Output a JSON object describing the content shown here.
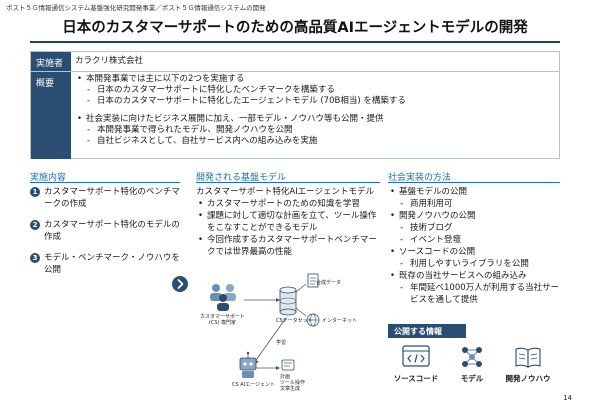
{
  "breadcrumb": "ポスト５Ｇ情報通信システム基盤強化研究開発事業／ポスト５Ｇ情報通信システムの開発",
  "title": "日本のカスタマーサポートのための高品質AIエージェントモデルの開発",
  "summary": {
    "implementer_label": "実施者",
    "implementer_value": "カラクリ株式会社",
    "overview_label": "概要",
    "overview": [
      {
        "text": "本開発事業では主に以下の2つを実施する",
        "subs": [
          "日本のカスタマーサポートに特化したベンチマークを構築する",
          "日本のカスタマーサポートに特化したエージェントモデル (70B相当) を構築する"
        ]
      },
      {
        "text": "社会実装に向けたビジネス展開に加え、一部モデル・ノウハウ等も公開・提供",
        "subs": [
          "本開発事業で得られたモデル、開発ノウハウを公開",
          "自社ビジネスとして、自社サービス内への組み込みを実施"
        ]
      }
    ]
  },
  "left": {
    "heading": "実施内容",
    "items": [
      {
        "num": "1",
        "text": "カスタマーサポート特化のベンチマークの作成"
      },
      {
        "num": "2",
        "text": "カスタマーサポート特化のモデルの作成"
      },
      {
        "num": "3",
        "text": "モデル・ベンチマーク・ノウハウを公開"
      }
    ]
  },
  "middle": {
    "heading": "開発される基盤モデル",
    "lead": "カスタマーサポート特化AIエージェントモデル",
    "bullets": [
      "カスタマーサポートのための知識を学習",
      "課題に対して適切な計画を立て、ツール操作をこなすことができるモデル",
      "今回作成するカスタマーサポートベンチマークでは世界最高の性能"
    ],
    "diagram": {
      "synthetic_data": "合成データ",
      "internet": "インターネット",
      "expert": "カスタマーサポート\n(CS) 専門家",
      "cs_dataset": "CSデータセット",
      "learning": "学習",
      "cs_agent": "CS AIエージェント",
      "functions": "計画\nツール操作\n文章生成"
    }
  },
  "right": {
    "heading": "社会実装の方法",
    "items": [
      {
        "text": "基盤モデルの公開",
        "subs": [
          "商用利用可"
        ]
      },
      {
        "text": "開発ノウハウの公開",
        "subs": [
          "技術ブログ",
          "イベント登壇"
        ]
      },
      {
        "text": "ソースコードの公開",
        "subs": [
          "利用しやすいライブラリを公開"
        ]
      },
      {
        "text": "既存の当社サービスへの組み込み",
        "subs": [
          "年間延べ1000万人が利用する当社サービスを通して提供"
        ]
      }
    ],
    "publish": {
      "label": "公開する情報",
      "items": [
        "ソースコード",
        "モデル",
        "開発ノウハウ"
      ]
    }
  },
  "page_number": "14"
}
